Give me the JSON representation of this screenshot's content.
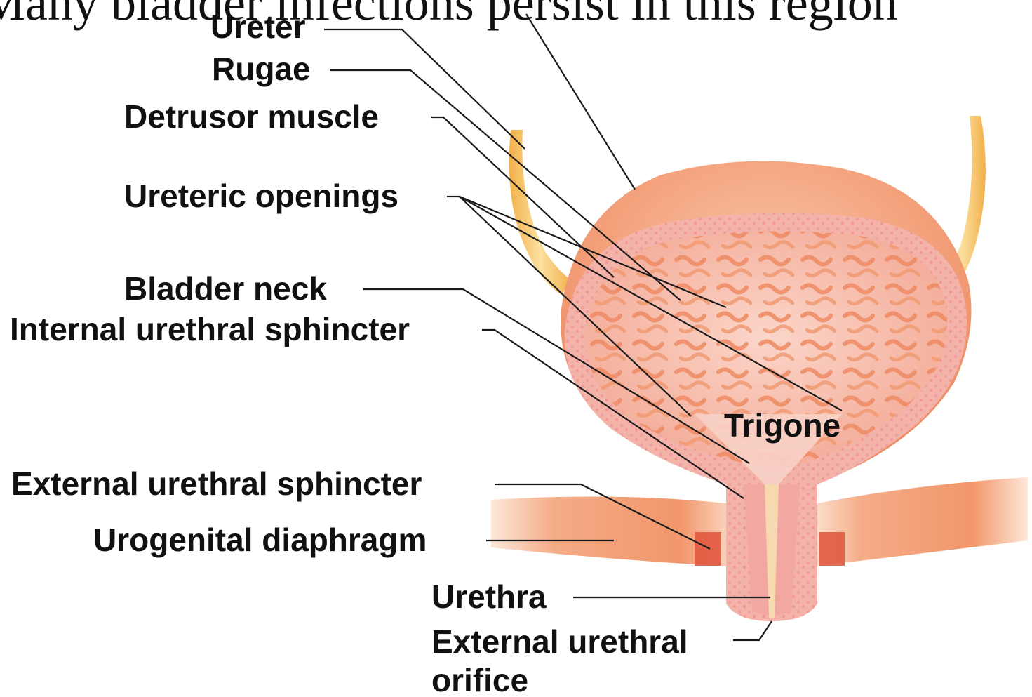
{
  "slide_title": "Many bladder infections persist in this region",
  "labels": {
    "ureter": "Ureter",
    "rugae": "Rugae",
    "detrusor": "Detrusor muscle",
    "ureteric": "Ureteric openings",
    "bladder_neck": "Bladder neck",
    "internal_sphincter": "Internal urethral sphincter",
    "trigone": "Trigone",
    "external_sphincter": "External urethral sphincter",
    "urogenital": "Urogenital diaphragm",
    "urethra": "Urethra",
    "orifice_line1": "External urethral",
    "orifice_line2": "orifice"
  },
  "colors": {
    "muscle_outer": "#f3a07a",
    "bladder_wall": "#f4b3a8",
    "mucosa": "#f7c6b8",
    "rugae": "#ef8a5e",
    "ureter": "#f6c66a",
    "diaphragm": "#f08a5a"
  }
}
